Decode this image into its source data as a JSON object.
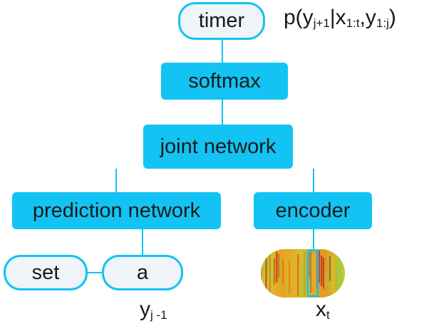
{
  "nodes": {
    "timer": "timer",
    "softmax": "softmax",
    "joint_network": "joint network",
    "prediction_network": "prediction network",
    "encoder": "encoder",
    "set": "set",
    "a": "a"
  },
  "labels": {
    "output": {
      "prefix": "p(y",
      "sub1": "j+1",
      "mid1": "|x",
      "sub2": "1:t",
      "mid2": ",y",
      "sub3": "1:j",
      "suffix": ")"
    },
    "y_prev": {
      "base": "y",
      "sub": "j -1"
    },
    "x_t": {
      "base": "x",
      "sub": "t"
    }
  },
  "colors": {
    "accent": "#12c3f3",
    "pill_fill": "#eef4f7",
    "text": "#1a1a1a"
  }
}
